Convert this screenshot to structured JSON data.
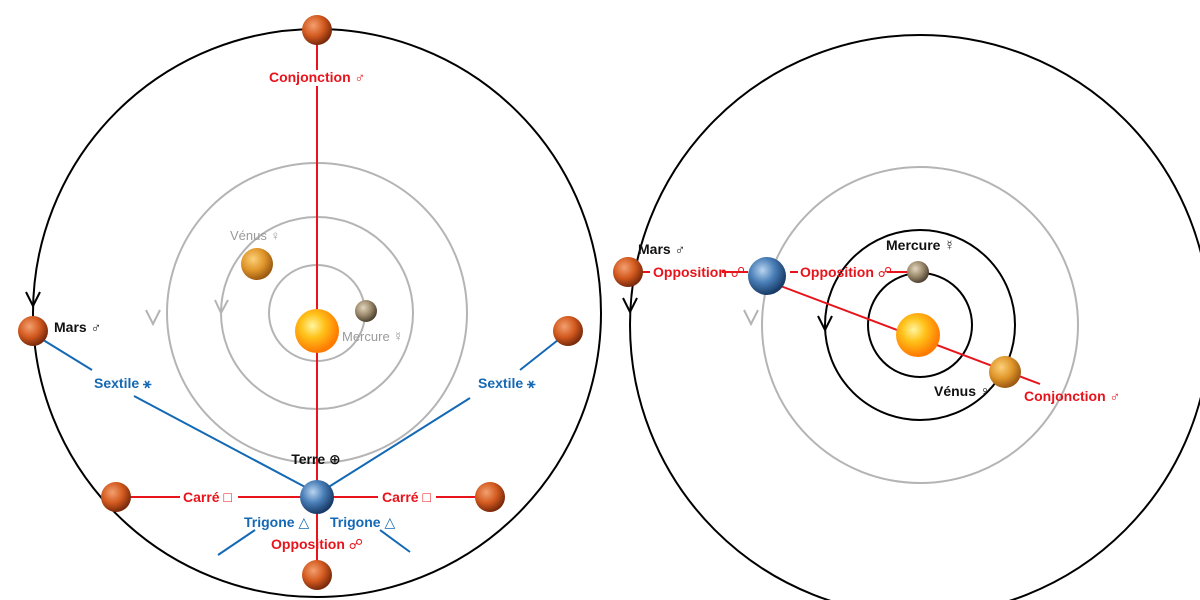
{
  "colors": {
    "orbit_outer": "#000000",
    "orbit_gray": "#b4b4b4",
    "aspect_red": "#e8141b",
    "aspect_blue": "#1469b4",
    "sun": "#ffb000",
    "mars": "#d35a1f",
    "venus": "#e0962a",
    "mercury": "#8a7a62",
    "earth": "#3d6fa8"
  },
  "left": {
    "labels": {
      "conjonction": "Conjonction ♂",
      "mars": "Mars ♂",
      "venus": "Vénus ♀",
      "mercure": "Mercure ☿",
      "sextile_left": "Sextile ⚹",
      "sextile_right": "Sextile ⚹",
      "terre": "Terre ⊕",
      "carre_left": "Carré □",
      "carre_right": "Carré □",
      "trigone_left": "Trigone △",
      "trigone_right": "Trigone △",
      "opposition": "Opposition ☍"
    }
  },
  "right": {
    "labels": {
      "mars": "Mars ♂",
      "opposition_outer": "Opposition ☍",
      "opposition_inner": "Opposition ☍",
      "mercure": "Mercure ☿",
      "venus": "Vénus ♀",
      "conjonction": "Conjonction ♂"
    }
  }
}
